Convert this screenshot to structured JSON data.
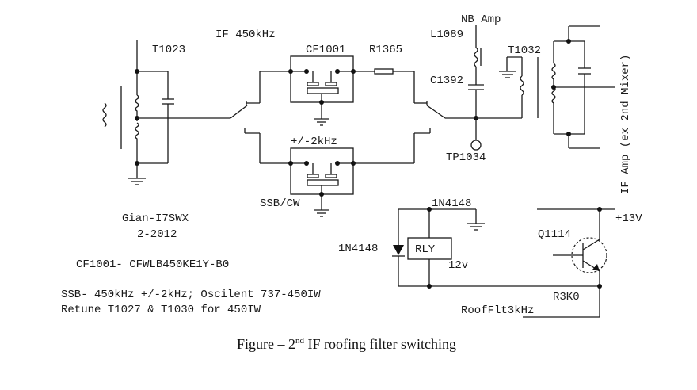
{
  "labels": {
    "if_freq": "IF 450kHz",
    "t1023": "T1023",
    "cf1001": "CF1001",
    "r1365": "R1365",
    "nb_amp": "NB Amp",
    "l1089": "L1089",
    "c1392": "C1392",
    "t1032": "T1032",
    "tp1034": "TP1034",
    "pm2khz": "+/-2kHz",
    "ssb_cw": "SSB/CW",
    "right_port": "IF Amp (ex 2nd Mixer)",
    "diode_top": "1N4148",
    "diode_left": "1N4148",
    "relay": "RLY",
    "relay_v": "12v",
    "q1114": "Q1114",
    "supply": "+13V",
    "r3k0": "R3K0",
    "roof": "RoofFlt3kHz"
  },
  "notes": {
    "author": "Gian-I7SWX",
    "date": "2-2012",
    "part": "CF1001- CFWLB450KE1Y-B0",
    "line1": "SSB- 450kHz +/-2kHz; Oscilent 737-450IW",
    "line2": "Retune T1027 & T1030 for 450IW"
  },
  "caption": {
    "prefix": "Figure  – 2",
    "sup": "nd",
    "suffix": " IF roofing filter switching"
  }
}
